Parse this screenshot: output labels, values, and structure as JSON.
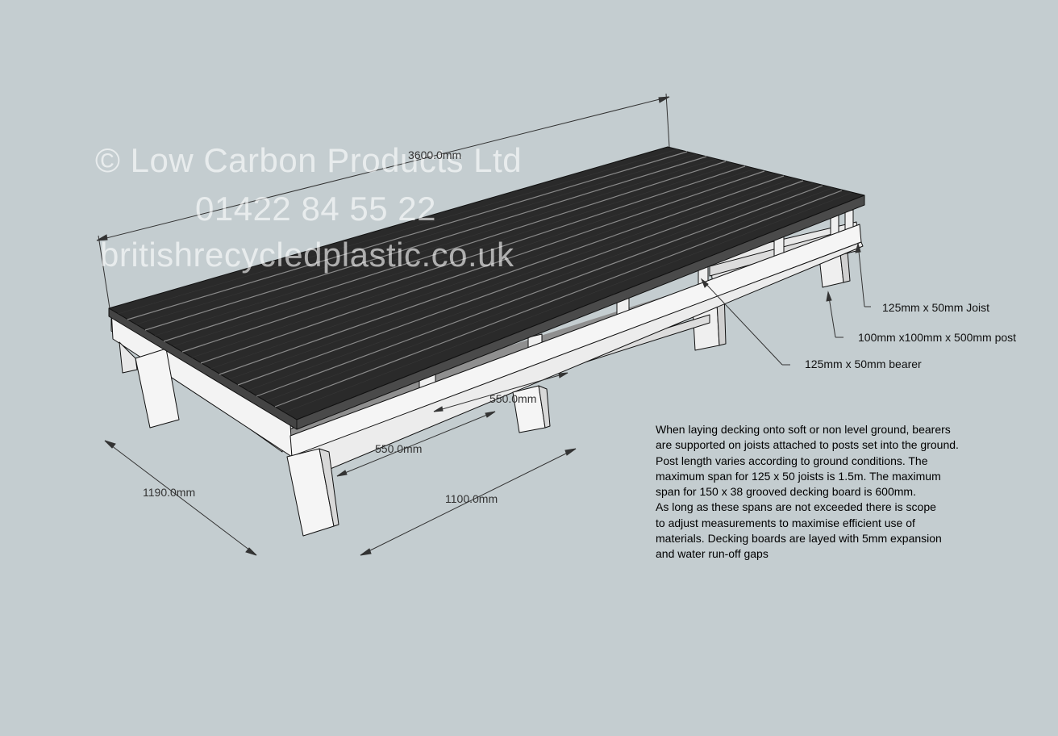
{
  "watermark": {
    "line1": "© Low Carbon Products Ltd",
    "line2": "01422 84 55 22",
    "line3": "britishrecycledplastic.co.uk"
  },
  "dimensions": {
    "length": "3600.0mm",
    "width": "1190.0mm",
    "post_spacing": "1100.0mm",
    "bearer_spacing_front": "550.0mm",
    "bearer_spacing_back": "550.0mm"
  },
  "callouts": {
    "joist": "125mm x 50mm Joist",
    "post": "100mm x100mm x 500mm post",
    "bearer": "125mm x 50mm bearer"
  },
  "note_lines": [
    "When laying decking onto soft or non level ground, bearers",
    "are supported on joists attached to posts set into the ground.",
    "Post length varies according to ground conditions. The",
    "maximum span for  125 x 50 joists is 1.5m. The maximum",
    "span for 150 x 38 grooved decking board is 600mm.",
    "As long as these spans are not exceeded there is scope",
    "to adjust measurements to maximise efficient use of",
    "materials. Decking boards are layed with 5mm expansion",
    "and water run-off gaps"
  ],
  "colors": {
    "background": "#c4cdd0",
    "decking_board": "#2a2a2a",
    "timber": "#eeeeee",
    "outline": "#111111",
    "dimension_line": "#333333"
  }
}
